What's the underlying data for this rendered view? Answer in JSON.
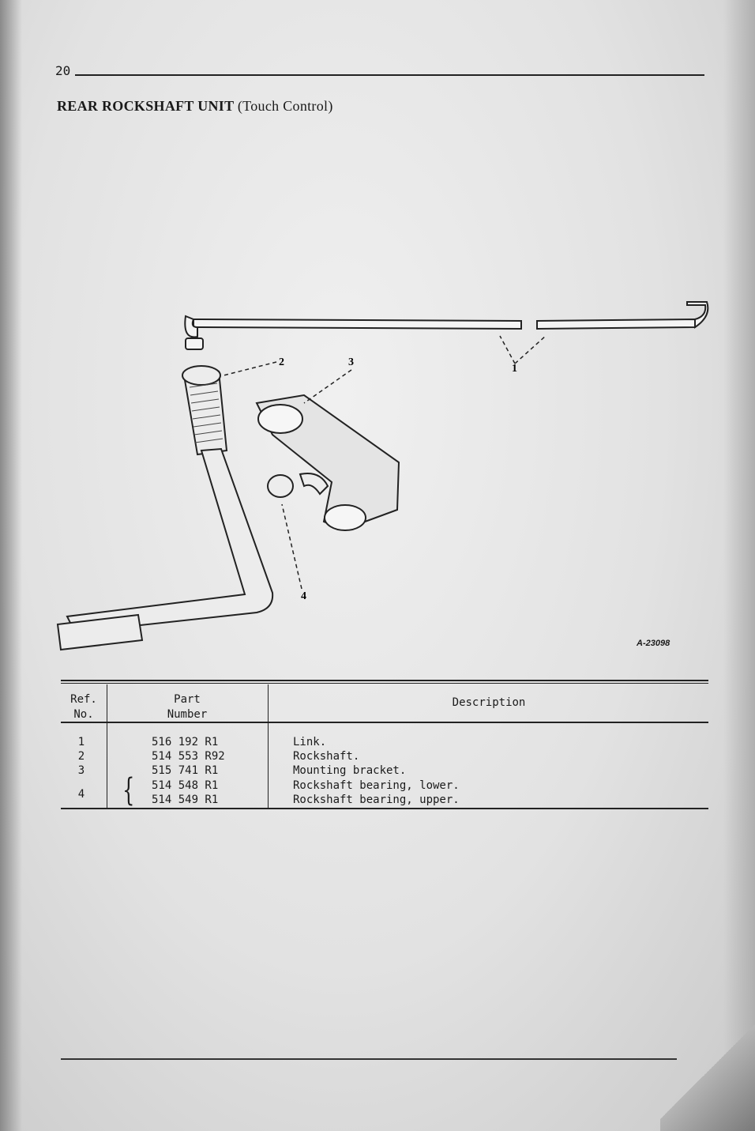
{
  "page": {
    "number": "20",
    "title": "REAR ROCKSHAFT UNIT",
    "title_qualifier": "(Touch Control)",
    "figure_code": "A-23098"
  },
  "figure": {
    "callouts": [
      "1",
      "2",
      "3",
      "4"
    ]
  },
  "table": {
    "headers": {
      "ref_line1": "Ref.",
      "ref_line2": "No.",
      "part_line1": "Part",
      "part_line2": "Number",
      "description": "Description"
    },
    "rows": [
      {
        "ref": "1",
        "part": "516 192 R1",
        "description": "Link."
      },
      {
        "ref": "2",
        "part": "514 553 R92",
        "description": "Rockshaft."
      },
      {
        "ref": "3",
        "part": "515 741 R1",
        "description": "Mounting bracket."
      },
      {
        "ref": "",
        "part": "514 548 R1",
        "description": "Rockshaft bearing, lower."
      },
      {
        "ref": "4",
        "part": "514 549 R1",
        "description": "Rockshaft bearing, upper."
      }
    ]
  }
}
